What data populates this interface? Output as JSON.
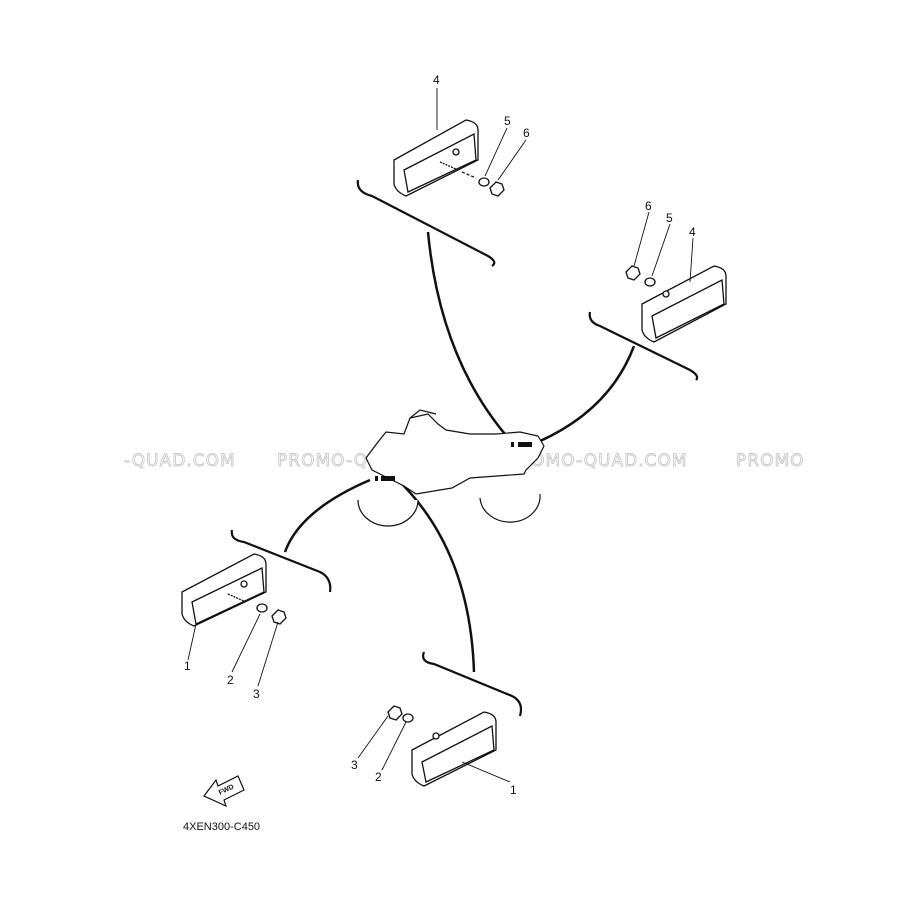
{
  "diagram": {
    "watermarks": [
      "-QUAD.COM",
      "PROMO-QUAD.COM",
      "PROMO-QUAD.COM",
      "PROMO"
    ],
    "part_numbers": {
      "upper_left_assembly": [
        "4",
        "5",
        "6"
      ],
      "upper_right_assembly": [
        "6",
        "5",
        "4"
      ],
      "lower_left_assembly": [
        "1",
        "2",
        "3"
      ],
      "lower_right_assembly": [
        "3",
        "2",
        "1"
      ]
    },
    "fwd_arrow_label": "FWD",
    "diagram_code": "4XEN300-C450"
  }
}
